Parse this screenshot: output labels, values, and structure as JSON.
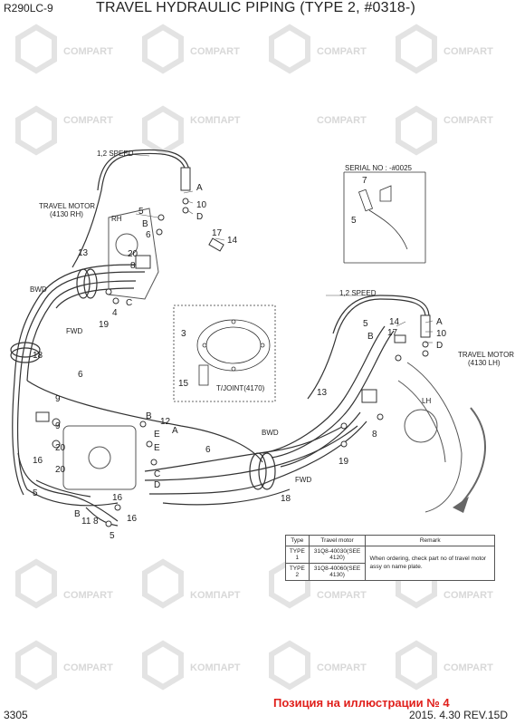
{
  "header": {
    "model": "R290LC-9",
    "title": "TRAVEL HYDRAULIC PIPING (TYPE 2, #0318-)"
  },
  "footer": {
    "page": "3305",
    "date_rev": "2015. 4.30   REV.15D",
    "note_ru": "Позиция на иллюстрации № 4"
  },
  "watermark": {
    "text1": "KOMПАРТ",
    "text2": "COMPART"
  },
  "labels": {
    "speed_top": "1,2 SPEED",
    "speed_right": "1,2 SPEED",
    "travel_motor_rh_1": "TRAVEL MOTOR",
    "travel_motor_rh_2": "(4130 RH)",
    "rh": "RH",
    "travel_motor_lh_1": "TRAVEL MOTOR",
    "travel_motor_lh_2": "(4130 LH)",
    "lh": "LH",
    "serial": "SERIAL NO : -#0025",
    "bwd_left": "BWD",
    "fwd_left": "FWD",
    "bwd_mid": "BWD",
    "fwd_mid": "FWD",
    "tjoint": "T/JOINT(4170)"
  },
  "callouts": {
    "c1": "A",
    "c2": "10",
    "c3": "D",
    "c4": "5",
    "c5": "B",
    "c6": "6",
    "c7": "17",
    "c8": "14",
    "c9": "13",
    "c10": "20",
    "c11": "8",
    "c12": "C",
    "c13": "4",
    "c14": "19",
    "c15": "7",
    "c16": "5",
    "c17": "3",
    "c18": "15",
    "c19": "18",
    "c20": "6",
    "c21": "9",
    "c22": "9",
    "c23": "20",
    "c24": "16",
    "c25": "20",
    "c26": "B",
    "c27": "12",
    "c28": "A",
    "c29": "E",
    "c30": "C",
    "c31": "D",
    "c32": "E",
    "c33": "6",
    "c34": "5",
    "c35": "16",
    "c36": "B",
    "c37": "11",
    "c38": "8",
    "c39": "16",
    "c40": "5",
    "c41": "13",
    "c42": "14",
    "c43": "17",
    "c44": "A",
    "c45": "10",
    "c46": "D",
    "c47": "5",
    "c48": "B",
    "c49": "8",
    "c50": "19",
    "c51": "18"
  },
  "type_table": {
    "headers": [
      "Type",
      "Travel motor",
      "Remark"
    ],
    "rows": [
      [
        "TYPE 1",
        "31Q8-40030(SEE 4120)"
      ],
      [
        "TYPE 2",
        "31Q8-40060(SEE 4130)"
      ]
    ],
    "remark": "When ordering, check part no of travel motor assy on name plate."
  }
}
